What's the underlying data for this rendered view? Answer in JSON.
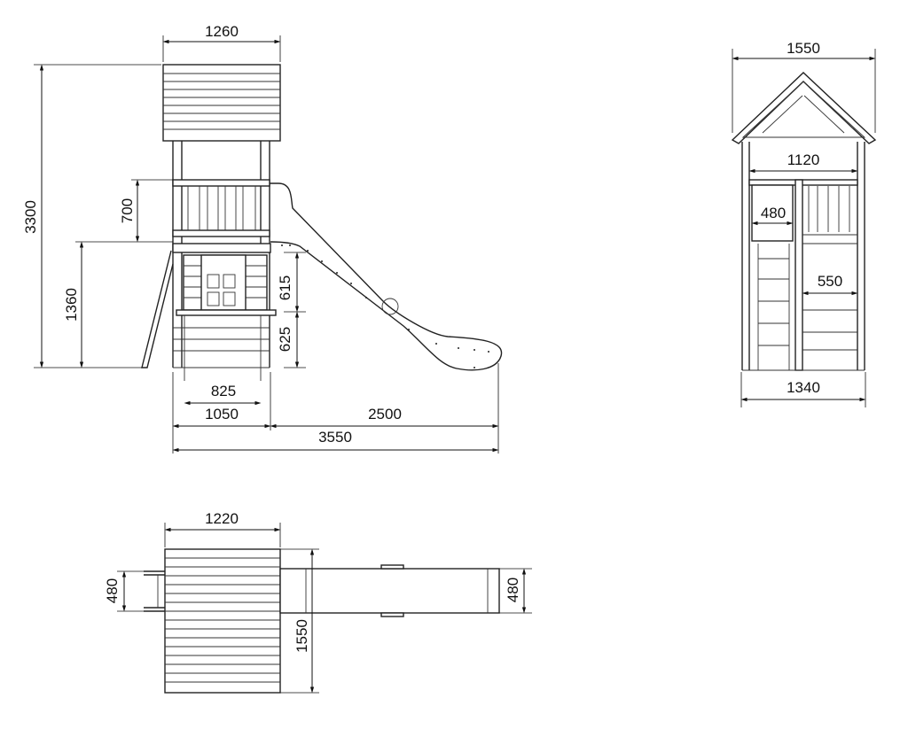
{
  "side_view": {
    "roof_width": "1260",
    "total_height": "3300",
    "railing_height": "700",
    "platform_height": "1360",
    "upper_wall_height": "615",
    "lower_wall_height": "625",
    "window_width": "825",
    "house_width": "1050",
    "slide_length": "2500",
    "total_length": "3550"
  },
  "front_view": {
    "roof_width": "1550",
    "inner_width": "1120",
    "ladder_opening": "480",
    "door_width": "550",
    "base_width": "1340"
  },
  "top_view": {
    "roof_width": "1220",
    "ladder_width": "480",
    "roof_depth": "1550",
    "slide_width": "480"
  }
}
